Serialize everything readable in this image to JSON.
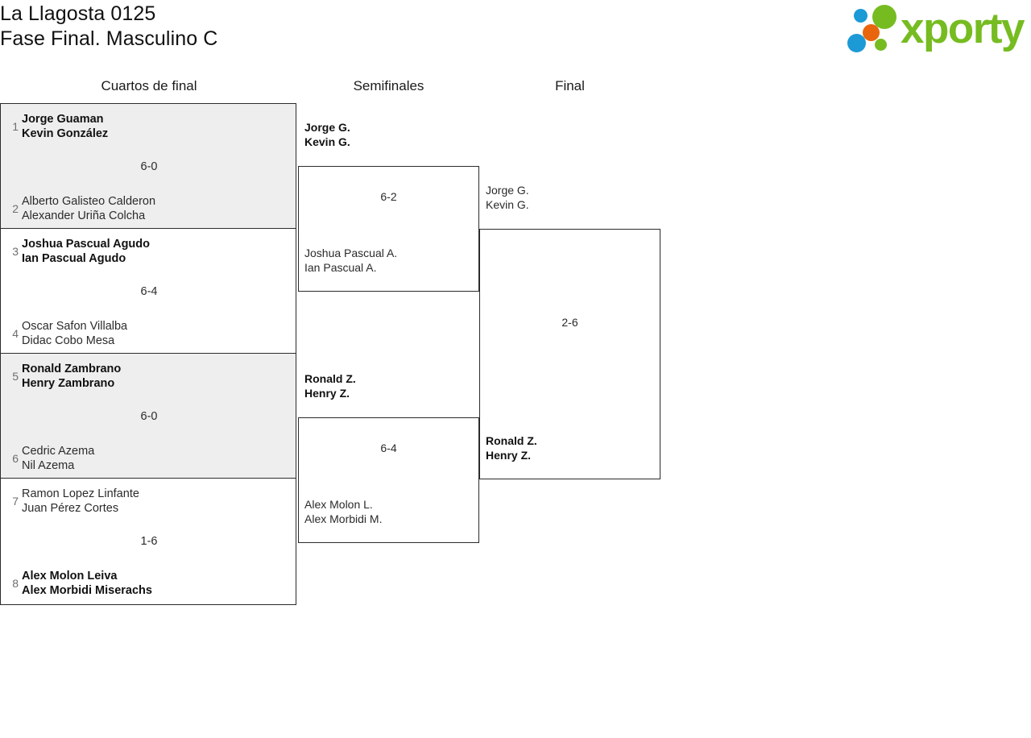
{
  "header": {
    "title_line1": "La Llagosta 0125",
    "title_line2": "Fase Final. Masculino C",
    "logo_text": "xporty",
    "logo_colors": {
      "green": "#76bc21",
      "blue": "#1c9ad6",
      "orange": "#e8650d"
    }
  },
  "rounds": [
    {
      "label": "Cuartos de final"
    },
    {
      "label": "Semifinales"
    },
    {
      "label": "Final"
    }
  ],
  "bracket": {
    "quarterfinals": [
      {
        "score": "6-0",
        "shaded": true,
        "top": {
          "seed": "1",
          "player1": "Jorge Guaman",
          "player2": "Kevin González",
          "winner": true
        },
        "bottom": {
          "seed": "2",
          "player1": "Alberto Galisteo Calderon",
          "player2": "Alexander Uriña Colcha",
          "winner": false
        }
      },
      {
        "score": "6-4",
        "shaded": false,
        "top": {
          "seed": "3",
          "player1": "Joshua Pascual Agudo",
          "player2": "Ian Pascual Agudo",
          "winner": true
        },
        "bottom": {
          "seed": "4",
          "player1": "Oscar Safon Villalba",
          "player2": "Didac Cobo Mesa",
          "winner": false
        }
      },
      {
        "score": "6-0",
        "shaded": true,
        "top": {
          "seed": "5",
          "player1": "Ronald Zambrano",
          "player2": "Henry Zambrano",
          "winner": true
        },
        "bottom": {
          "seed": "6",
          "player1": "Cedric Azema",
          "player2": "Nil Azema",
          "winner": false
        }
      },
      {
        "score": "1-6",
        "shaded": false,
        "top": {
          "seed": "7",
          "player1": "Ramon Lopez Linfante",
          "player2": "Juan Pérez Cortes",
          "winner": false
        },
        "bottom": {
          "seed": "8",
          "player1": "Alex Molon Leiva",
          "player2": "Alex Morbidi Miserachs",
          "winner": true
        }
      }
    ],
    "semifinals": [
      {
        "score": "6-2",
        "top": {
          "player1": "Jorge G.",
          "player2": "Kevin G.",
          "winner": true
        },
        "bottom": {
          "player1": "Joshua Pascual A.",
          "player2": "Ian Pascual A.",
          "winner": false
        }
      },
      {
        "score": "6-4",
        "top": {
          "player1": "Ronald Z.",
          "player2": "Henry Z.",
          "winner": true
        },
        "bottom": {
          "player1": "Alex Molon L.",
          "player2": "Alex Morbidi M.",
          "winner": false
        }
      }
    ],
    "final": {
      "score": "2-6",
      "top": {
        "player1": "Jorge G.",
        "player2": "Kevin G.",
        "winner": false
      },
      "bottom": {
        "player1": "Ronald Z.",
        "player2": "Henry Z.",
        "winner": true
      }
    }
  }
}
